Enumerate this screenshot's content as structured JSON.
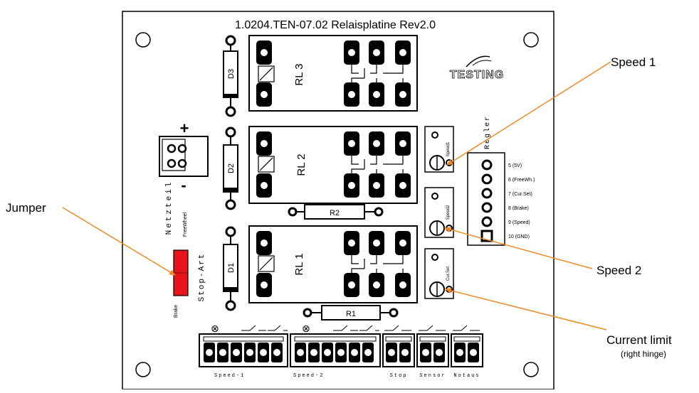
{
  "board": {
    "title": "1.0204.TEN-07.02 Relaisplatine Rev2.0",
    "logo_text": "TESTING",
    "relays": [
      "RL 3",
      "RL 2",
      "RL 1"
    ],
    "diodes": [
      "D3",
      "D2",
      "D1"
    ],
    "resistors": [
      "R2",
      "R1"
    ],
    "power": {
      "label": "Netzteil",
      "plus": "+",
      "minus": "-"
    },
    "stop_art": {
      "label": "Stop-Art",
      "freewheel": "FreeWheel",
      "brake": "Brake"
    },
    "pots": [
      "Speed1",
      "Speed2",
      "Cur.Set"
    ],
    "regler": {
      "label": "Regler",
      "pins": [
        "5 (5V)",
        "6 (FreeWh.)",
        "7 (Cur.Set)",
        "8 (Brake)",
        "9 (Speed)",
        "10 (GND)"
      ]
    },
    "connectors": [
      "Speed-1",
      "Speed-2",
      "Stop",
      "Sensor",
      "Notaus"
    ]
  },
  "callouts": {
    "jumper": "Jumper",
    "speed1": "Speed 1",
    "speed2": "Speed 2",
    "current_limit": "Current limit",
    "current_limit_note": "(right hinge)"
  },
  "colors": {
    "accent": "#f08a24",
    "jumper": "#e8141c",
    "board_line": "#000000",
    "panel": "#f4f4f4"
  }
}
